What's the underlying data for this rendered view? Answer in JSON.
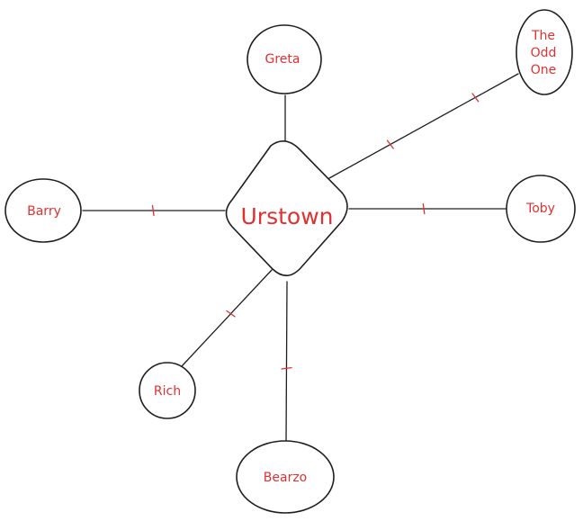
{
  "colors": {
    "label": "#e03131",
    "stroke": "#1e1e1e",
    "background": "#ffffff"
  },
  "hub": {
    "label": "Urstown"
  },
  "nodes": [
    {
      "id": "greta",
      "lines": [
        "Greta"
      ]
    },
    {
      "id": "the-odd-one",
      "lines": [
        "The",
        "Odd",
        "One"
      ]
    },
    {
      "id": "barry",
      "lines": [
        "Barry"
      ]
    },
    {
      "id": "toby",
      "lines": [
        "Toby"
      ]
    },
    {
      "id": "rich",
      "lines": [
        "Rich"
      ]
    },
    {
      "id": "bearzo",
      "lines": [
        "Bearzo"
      ]
    }
  ],
  "edges": [
    {
      "from": "hub",
      "to": "greta",
      "ticks": 0
    },
    {
      "from": "hub",
      "to": "the-odd-one",
      "ticks": 2
    },
    {
      "from": "hub",
      "to": "barry",
      "ticks": 1
    },
    {
      "from": "hub",
      "to": "toby",
      "ticks": 1
    },
    {
      "from": "hub",
      "to": "rich",
      "ticks": 1
    },
    {
      "from": "hub",
      "to": "bearzo",
      "ticks": 1
    }
  ]
}
